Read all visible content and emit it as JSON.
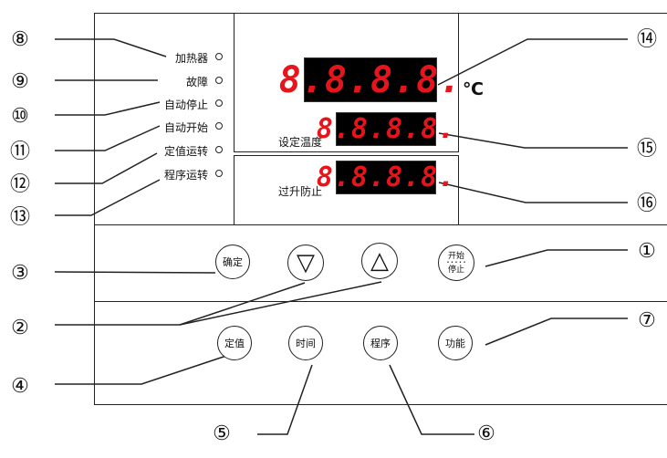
{
  "indicators": [
    {
      "label": "加热器"
    },
    {
      "label": "故障"
    },
    {
      "label": "自动停止"
    },
    {
      "label": "自动开始"
    },
    {
      "label": "定值运转"
    },
    {
      "label": "程序运转"
    }
  ],
  "main_display": {
    "value": "8.8.8.8.",
    "unit": "℃"
  },
  "set_temp_display": {
    "label": "设定温度",
    "value": "8.8.8.8."
  },
  "overheat_display": {
    "label": "过升防止",
    "value": "8.8.8.8."
  },
  "buttons_row1": {
    "confirm": "确定",
    "down_symbol": "▽",
    "up_symbol": "△",
    "start_top": "开始",
    "start_dots": "• • • • •",
    "start_bottom": "停止"
  },
  "buttons_row2": {
    "setvalue": "定值",
    "time": "时间",
    "program": "程序",
    "function": "功能"
  },
  "callouts": {
    "c1": "①",
    "c2": "②",
    "c3": "③",
    "c4": "④",
    "c5": "⑤",
    "c6": "⑥",
    "c7": "⑦",
    "c8": "⑧",
    "c9": "⑨",
    "c10": "⑩",
    "c11": "⑪",
    "c12": "⑫",
    "c13": "⑬",
    "c14": "⑭",
    "c15": "⑮",
    "c16": "⑯"
  }
}
